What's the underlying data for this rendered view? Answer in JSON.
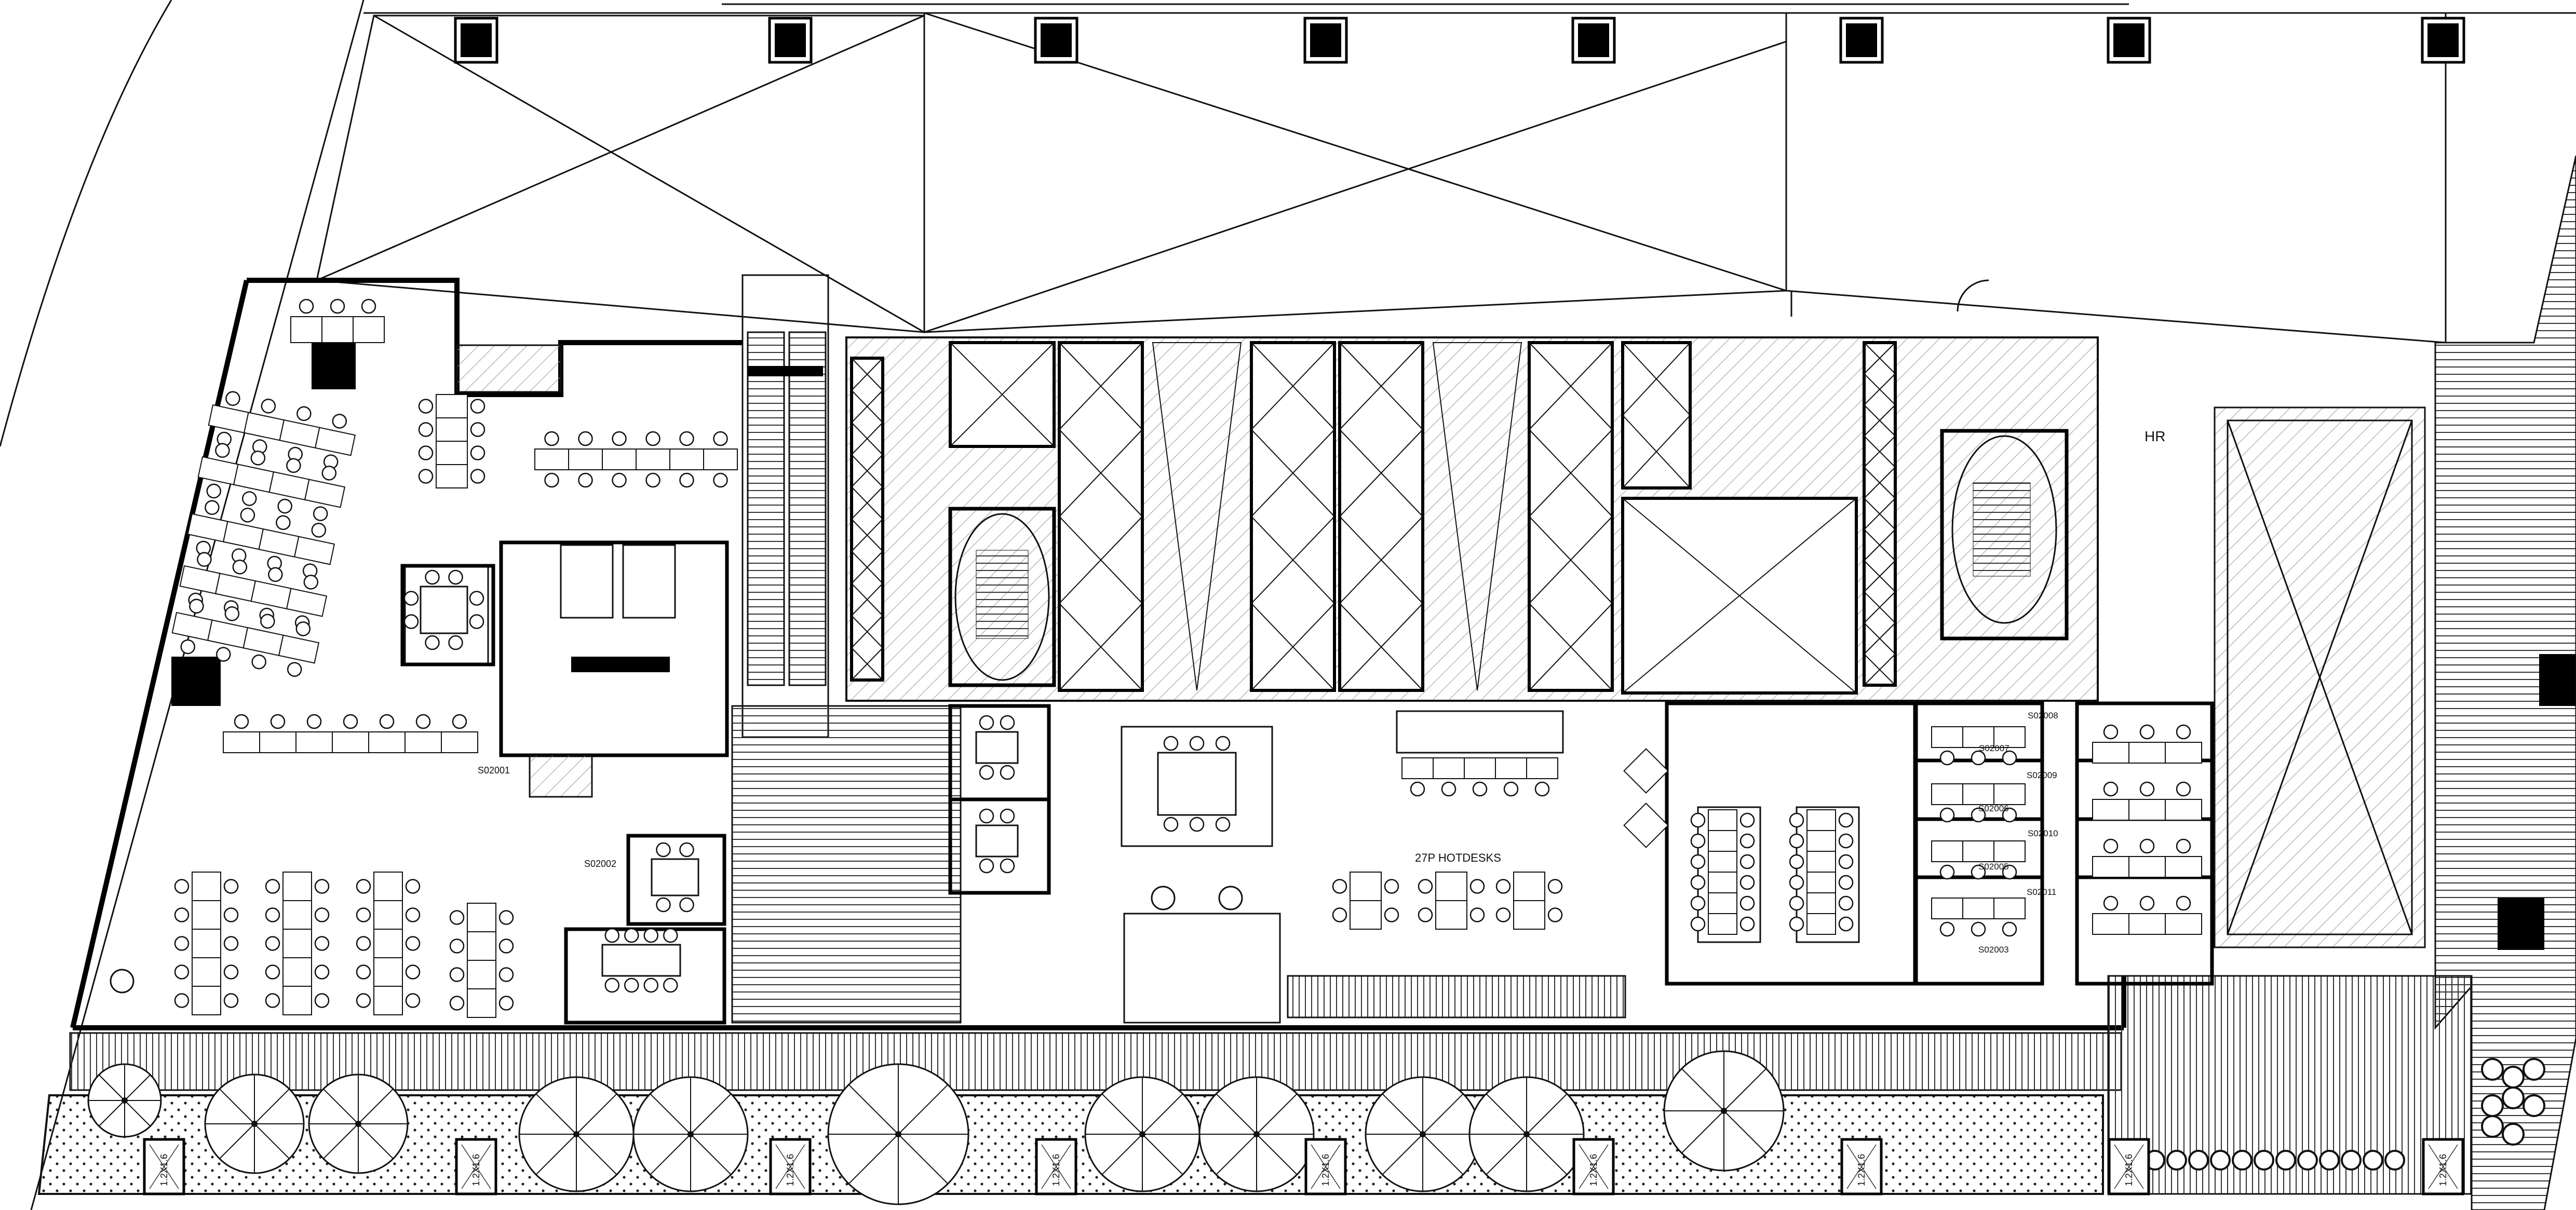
{
  "plan": {
    "labels": {
      "hotdesks": "27P HOTDESKS",
      "hr": "HR",
      "column_size": "1.2X1.6"
    },
    "rooms": {
      "s02001": "S02001",
      "s02002": "S02002",
      "s02003": "S02003",
      "s02005": "S02005",
      "s02006": "S02006",
      "s02007": "S02007",
      "s02008": "S02008",
      "s02009": "S02009",
      "s02010": "S02010",
      "s02011": "S02011"
    },
    "colors": {
      "line": "#111111",
      "fill": "#000000",
      "background": "#ffffff"
    }
  }
}
